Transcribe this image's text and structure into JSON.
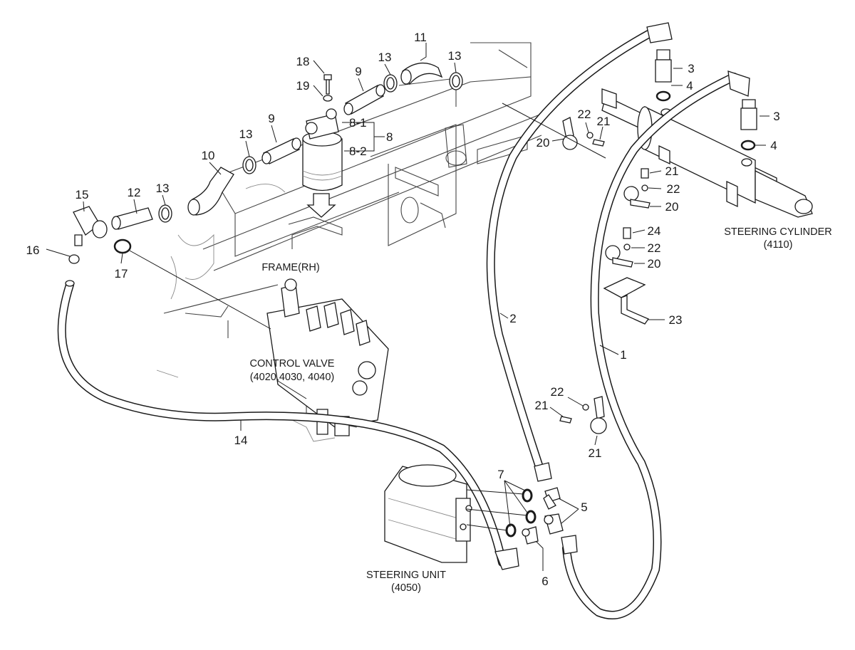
{
  "colors": {
    "ink": "#1a1a1a",
    "frame": "#444444",
    "paper": "#ffffff"
  },
  "part_numbers": {
    "p1": "1",
    "p2": "2",
    "p3a": "3",
    "p3b": "3",
    "p4a": "4",
    "p4b": "4",
    "p5": "5",
    "p6": "6",
    "p7": "7",
    "p8": "8",
    "p8_1": "8-1",
    "p8_2": "8-2",
    "p9a": "9",
    "p9b": "9",
    "p10": "10",
    "p11": "11",
    "p12": "12",
    "p13a": "13",
    "p13b": "13",
    "p13c": "13",
    "p13d": "13",
    "p14": "14",
    "p15": "15",
    "p16": "16",
    "p17": "17",
    "p18": "18",
    "p19": "19",
    "p20a": "20",
    "p20b": "20",
    "p20c": "20",
    "p21a": "21",
    "p21b": "21",
    "p21c": "21",
    "p21d": "21",
    "p22a": "22",
    "p22b": "22",
    "p22c": "22",
    "p22d": "22",
    "p23": "23",
    "p24": "24"
  },
  "captions": {
    "frame": "FRAME(RH)",
    "control_valve": "CONTROL VALVE",
    "control_valve_codes": "(4020,4030, 4040)",
    "steering_cylinder": "STEERING CYLINDER",
    "steering_cylinder_code": "(4110)",
    "steering_unit": "STEERING UNIT",
    "steering_unit_code": "(4050)"
  }
}
